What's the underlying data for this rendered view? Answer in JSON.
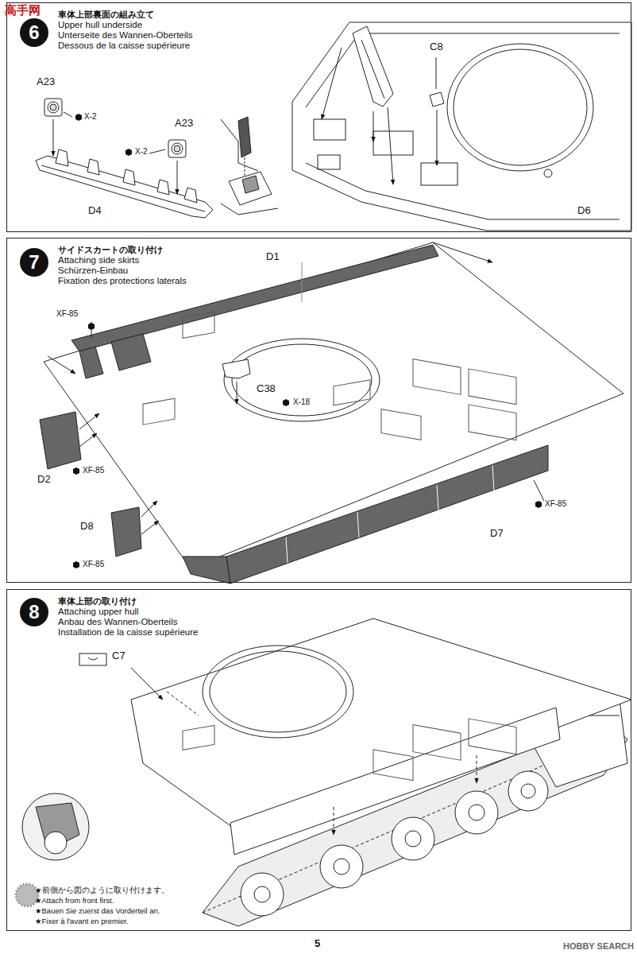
{
  "diagram": {
    "nodes": [
      {
        "text": [
          "車体上部裏面の組み立て",
          "Upper hull underside",
          "Unterseite des Wannen-Oberteils",
          "Dessous de la caisse supérieure"
        ]
      },
      {
        "text": [
          "6"
        ],
        "in": 0
      },
      {
        "text": [
          "サイドスカートの取り付け",
          "Attaching side skirts",
          "Schürzen-Einbau",
          "Fixation des protections laterals"
        ]
      },
      {
        "text": [
          "7"
        ],
        "in": 2
      },
      {
        "text": [
          "車体上部の取り付け",
          "Attaching upper hull",
          "Anbau des Wannen-Oberteils",
          "Installation de la caisse supérieure"
        ]
      },
      {
        "text": [
          "8"
        ],
        "in": 4
      }
    ],
    "labels": [
      "高手网",
      "A23",
      "X-2",
      "A23",
      "X-2",
      "D4",
      "C8",
      "D6",
      "D1",
      "XF-85",
      "C38",
      "X-18",
      "D2",
      "XF-85",
      "D8",
      "XF-85",
      "XF-85",
      "D7",
      "C7",
      "★前側から図のように取り付けます。",
      "★Attach from front first.",
      "★Bauen Sie zuerst das Vorderteil an.",
      "★Fixer à l'avant en premier.",
      "5",
      "HOBBY SEARCH"
    ]
  }
}
